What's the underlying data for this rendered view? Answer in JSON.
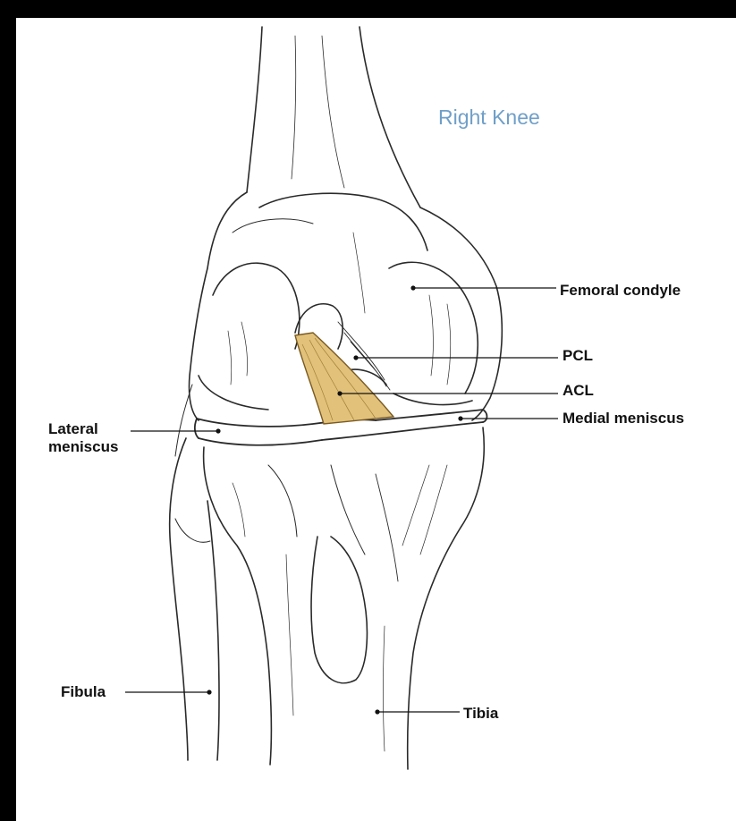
{
  "title": "Right Knee",
  "colors": {
    "title": "#6f9fc8",
    "ligament": "#e2c27a",
    "ligament_stroke": "#7a5a22",
    "outline": "#2a2a2a",
    "background_frame": "#000000",
    "panel": "#ffffff"
  },
  "labels": {
    "femoral_condyle": "Femoral condyle",
    "pcl": "PCL",
    "acl": "ACL",
    "medial_meniscus": "Medial meniscus",
    "lateral_meniscus_line1": "Lateral",
    "lateral_meniscus_line2": "meniscus",
    "fibula": "Fibula",
    "tibia": "Tibia"
  }
}
